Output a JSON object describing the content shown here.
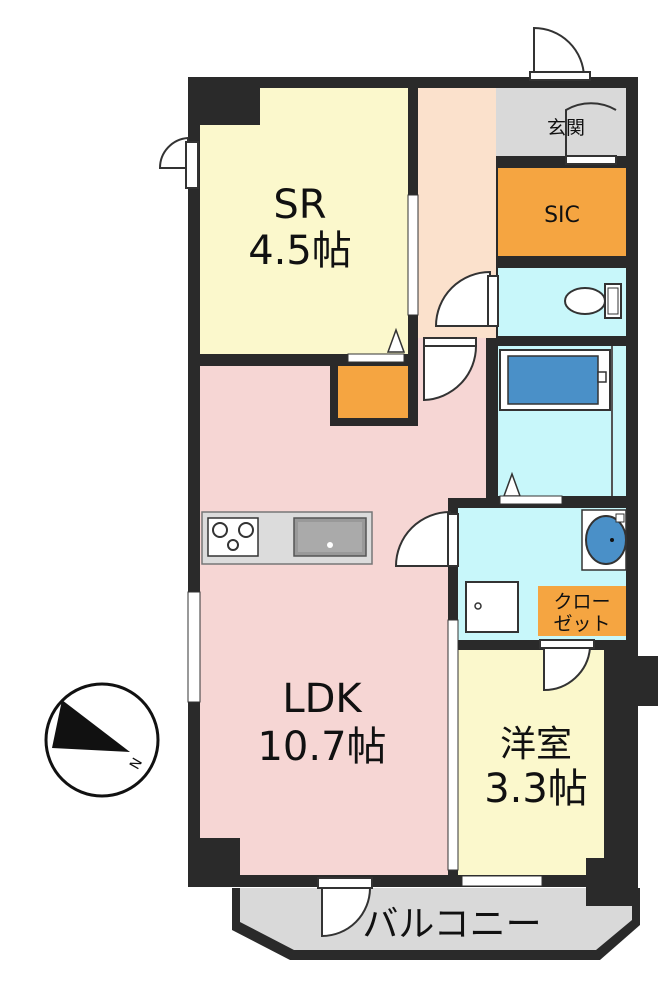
{
  "rooms": {
    "sr": {
      "name": "SR",
      "size": "4.5帖"
    },
    "ldk": {
      "name": "LDK",
      "size": "10.7帖"
    },
    "western": {
      "name": "洋室",
      "size": "3.3帖"
    }
  },
  "labels": {
    "entrance": "玄関",
    "sic": "SIC",
    "closet_line1": "クロー",
    "closet_line2": "ゼット",
    "balcony": "バルコニー"
  },
  "compass": {
    "north_label": "N"
  },
  "colors": {
    "wall": "#2a2a2a",
    "sr_floor": "#fbf8cc",
    "ldk_floor": "#f6d6d4",
    "hall_floor": "#fbe1cc",
    "wet_floor": "#c8f7fa",
    "storage": "#f5a541",
    "entrance_floor": "#d9d9d9",
    "balcony": "#d9d9d9"
  }
}
